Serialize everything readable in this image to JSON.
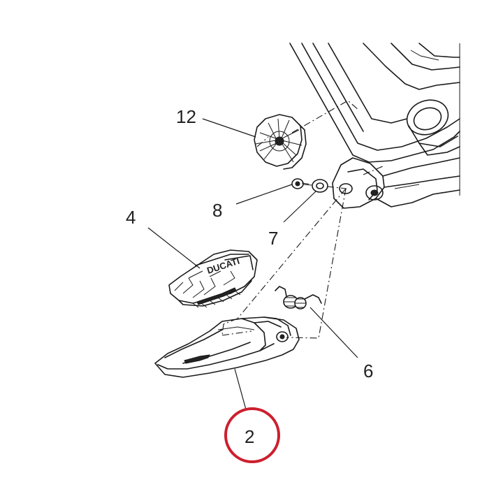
{
  "callouts": [
    {
      "id": "12",
      "label": "12"
    },
    {
      "id": "8",
      "label": "8"
    },
    {
      "id": "7",
      "label": "7"
    },
    {
      "id": "4",
      "label": "4"
    },
    {
      "id": "6",
      "label": "6"
    },
    {
      "id": "2",
      "label": "2"
    }
  ],
  "footpeg_logo": "DUCATI",
  "colors": {
    "highlight_circle": "#cc1f2d",
    "line_art": "#1a1a1a",
    "background": "#ffffff"
  }
}
